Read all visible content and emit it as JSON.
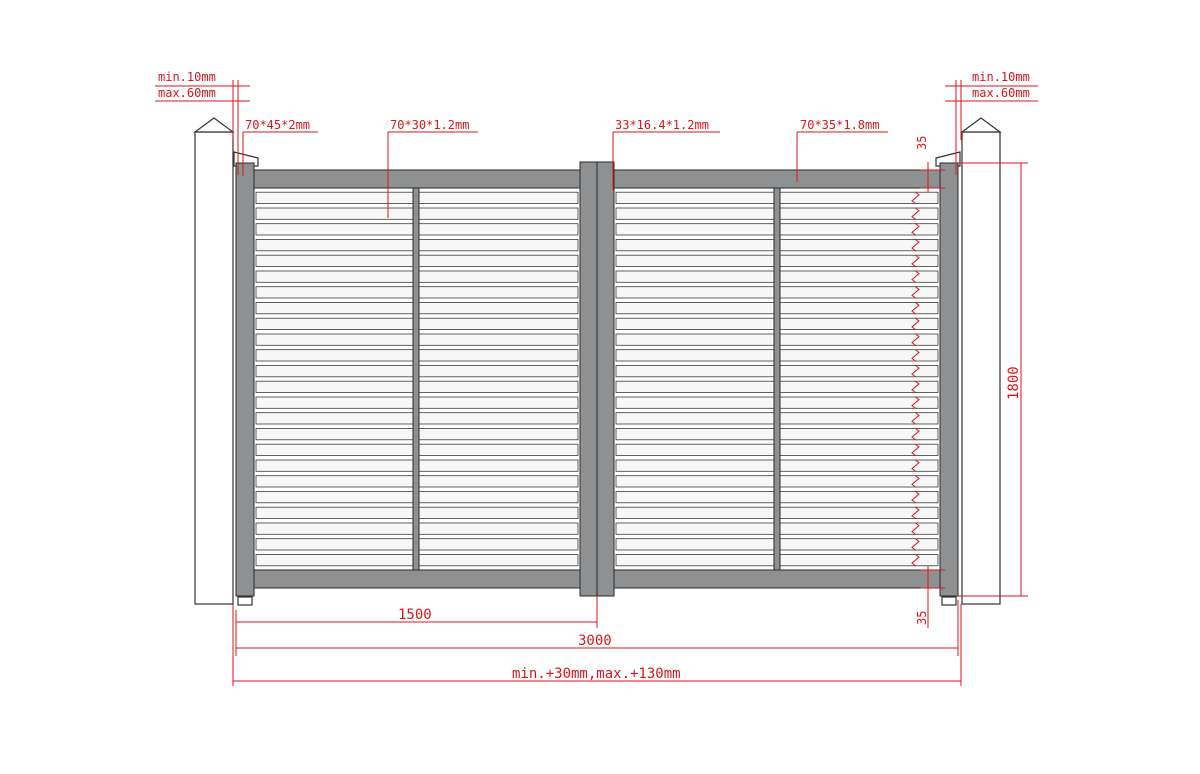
{
  "dimensions": {
    "gap_left_min": "min.10mm",
    "gap_left_max": "max.60mm",
    "gap_right_min": "min.10mm",
    "gap_right_max": "max.60mm",
    "profile_frame": "70*45*2mm",
    "profile_slat": "70*30*1.2mm",
    "profile_center": "33*16.4*1.2mm",
    "profile_rail": "70*35*1.8mm",
    "slat_gap_top": "35",
    "slat_gap_bottom": "35",
    "height_total": "1800",
    "leaf_width": "1500",
    "total_width": "3000",
    "opening_tolerance": "min.+30mm,max.+130mm"
  },
  "colors": {
    "dimension": "#d8171b",
    "frame": "#8f9092",
    "slat": "#f7f7f7"
  },
  "slats": {
    "count": 24
  }
}
